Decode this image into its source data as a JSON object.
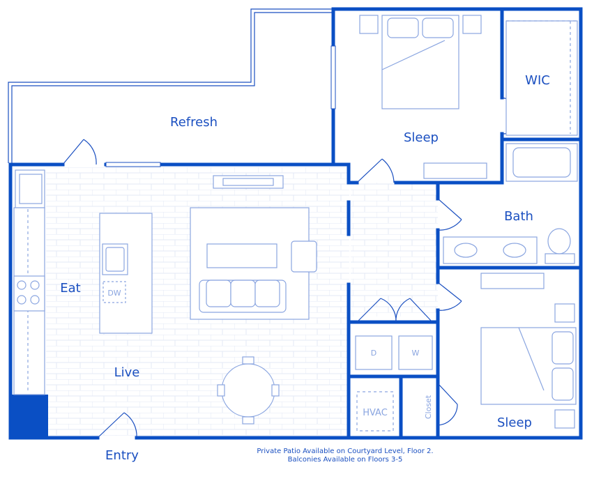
{
  "rooms": {
    "refresh": "Refresh",
    "sleep_1": "Sleep",
    "wic": "WIC",
    "bath": "Bath",
    "eat": "Eat",
    "live": "Live",
    "sleep_2": "Sleep",
    "entry": "Entry"
  },
  "fixtures": {
    "dishwasher": "DW",
    "dryer": "D",
    "washer": "W",
    "hvac": "HVAC",
    "closet": "Closet"
  },
  "notes": {
    "line1": "Private Patio Available on Courtyard Level, Floor 2.",
    "line2": "Balconies Available on Floors 3-5"
  },
  "colors": {
    "wall": "#0a4fc4",
    "line": "#8aa5e0",
    "text": "#1a4fc0"
  }
}
